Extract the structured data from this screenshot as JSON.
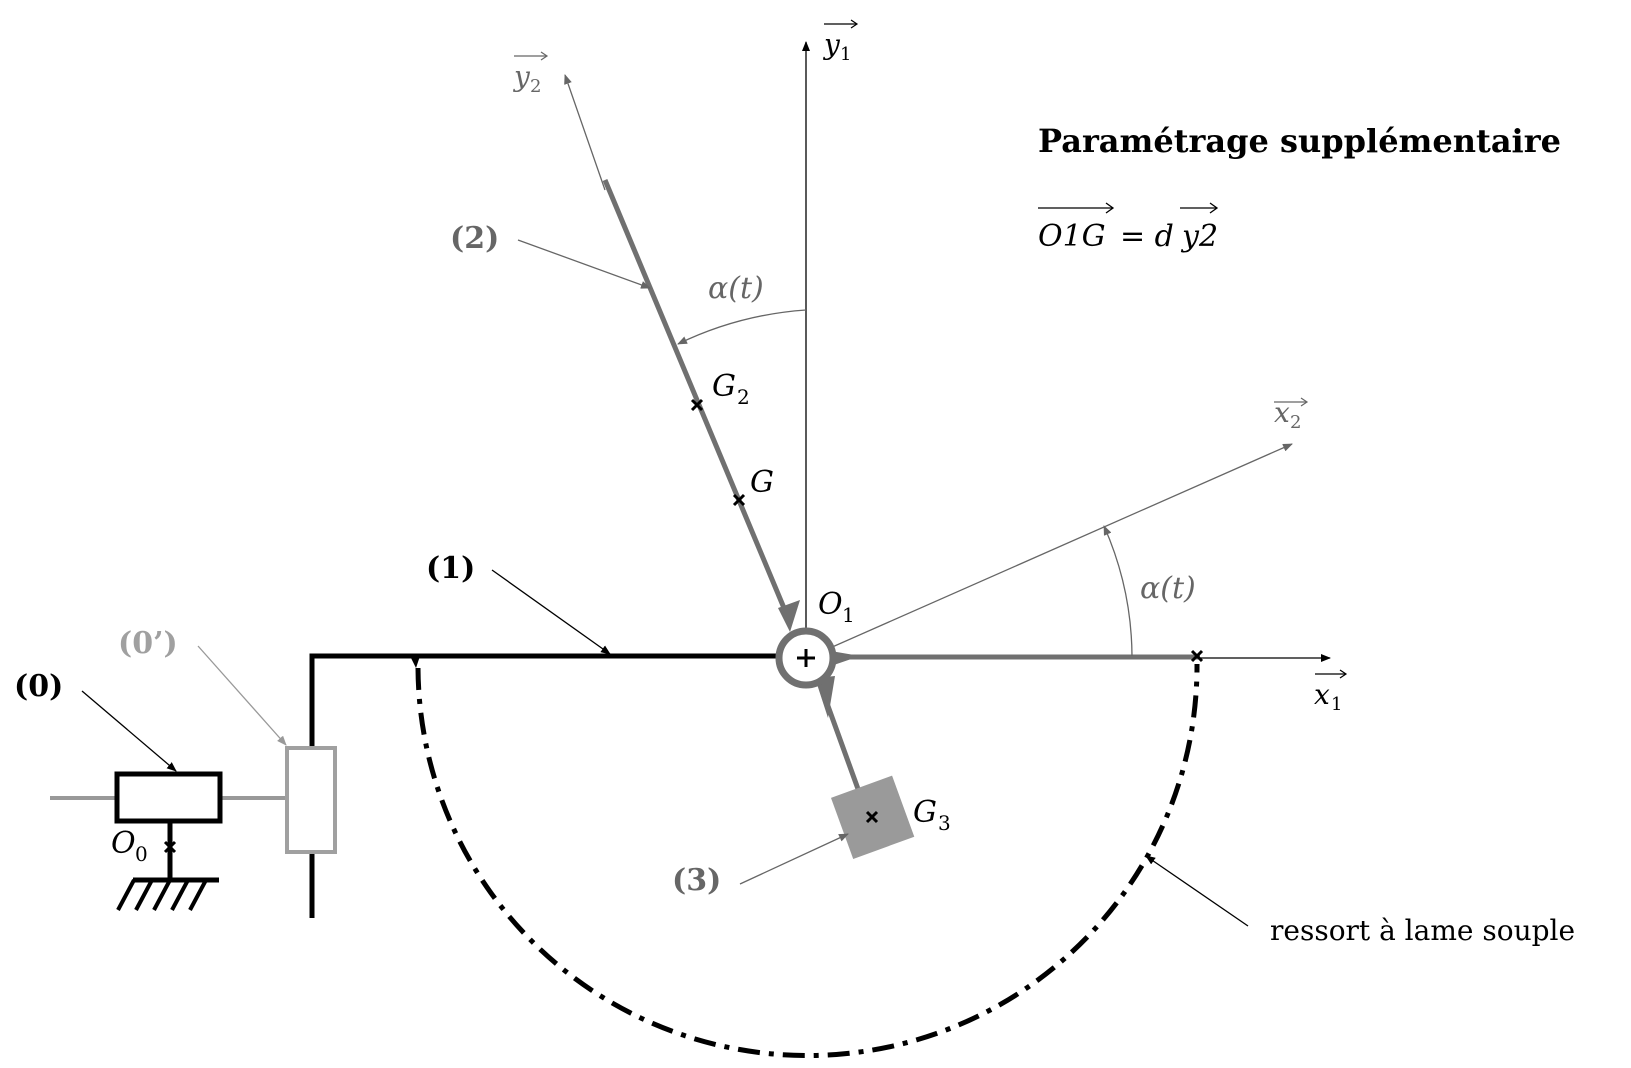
{
  "title": "Paramétrage supplémentaire",
  "relation": {
    "lhs": "O1G",
    "rhs": "= d",
    "vec": "y2"
  },
  "labels": {
    "part0": "(0)",
    "part0p": "(0’)",
    "part1": "(1)",
    "part2": "(2)",
    "part3": "(3)",
    "spring": "ressort à lame souple"
  },
  "points": {
    "O0": "O",
    "O0_sub": "0",
    "O1": "O",
    "O1_sub": "1",
    "G": "G",
    "G2": "G",
    "G2_sub": "2",
    "G3": "G",
    "G3_sub": "3"
  },
  "axes": {
    "x1": "x",
    "x1_sub": "1",
    "y1": "y",
    "y1_sub": "1",
    "x2": "x",
    "x2_sub": "2",
    "y2": "y",
    "y2_sub": "2"
  },
  "angles": {
    "alpha_top": "α(t)",
    "alpha_right": "α(t)"
  },
  "colors": {
    "black": "#000000",
    "dark_gray": "#666666",
    "mid_gray": "#888888",
    "light_gray": "#a0a0a0",
    "mass_gray": "#9a9a9a"
  }
}
